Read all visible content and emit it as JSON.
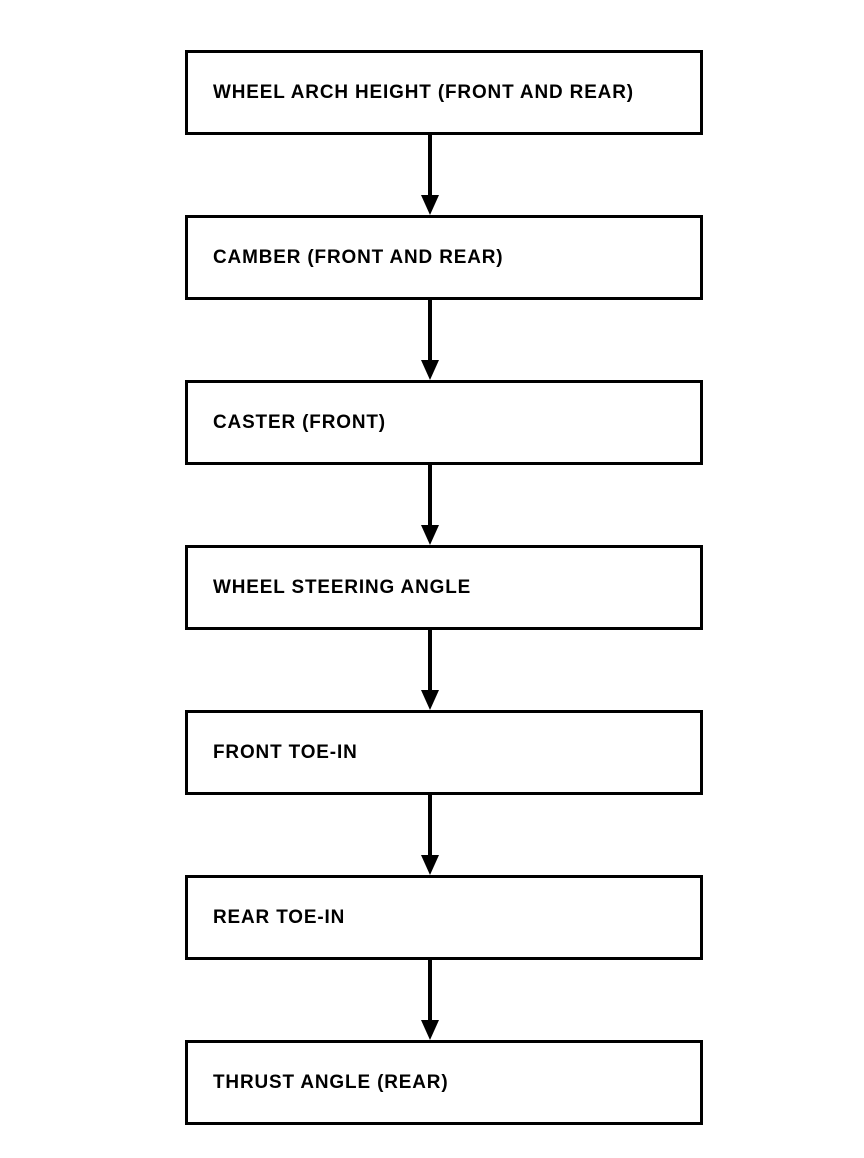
{
  "diagram": {
    "type": "vertical-flowchart",
    "title": "",
    "orientation": "top-to-bottom",
    "background_color": "#ffffff",
    "line_color": "#000000",
    "connector_glyph": "down-arrow",
    "nodes": [
      {
        "id": "wheel-arch-height",
        "label": "WHEEL ARCH HEIGHT (FRONT AND REAR)",
        "order": 1
      },
      {
        "id": "camber",
        "label": "CAMBER (FRONT AND REAR)",
        "order": 2
      },
      {
        "id": "caster",
        "label": "CASTER (FRONT)",
        "order": 3
      },
      {
        "id": "wheel-steering-angle",
        "label": "WHEEL STEERING ANGLE",
        "order": 4
      },
      {
        "id": "front-toe-in",
        "label": "FRONT TOE-IN",
        "order": 5
      },
      {
        "id": "rear-toe-in",
        "label": "REAR TOE-IN",
        "order": 6
      },
      {
        "id": "thrust-angle",
        "label": "THRUST ANGLE (REAR)",
        "order": 7
      }
    ]
  }
}
